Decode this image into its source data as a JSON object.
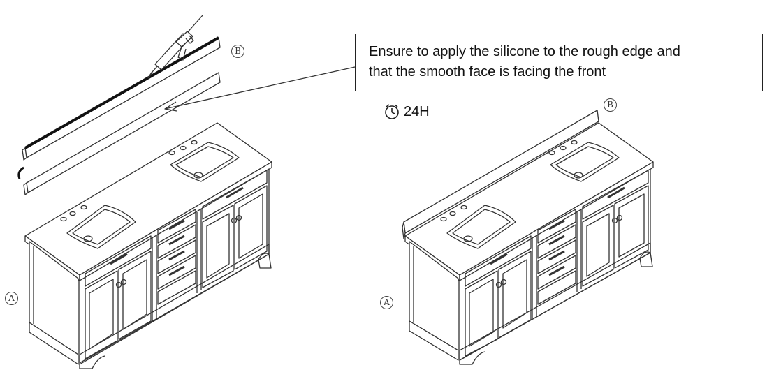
{
  "note": {
    "line1": "Ensure to apply the silicone to the rough edge and",
    "line2": "that the smooth face is facing the front"
  },
  "labels": {
    "vanity": "A",
    "backsplash": "B"
  },
  "cure_time": "24H",
  "icons": [
    "caulk-gun-icon",
    "clock-icon"
  ],
  "colors": {
    "line": "#333333",
    "silicone": "#111111"
  }
}
